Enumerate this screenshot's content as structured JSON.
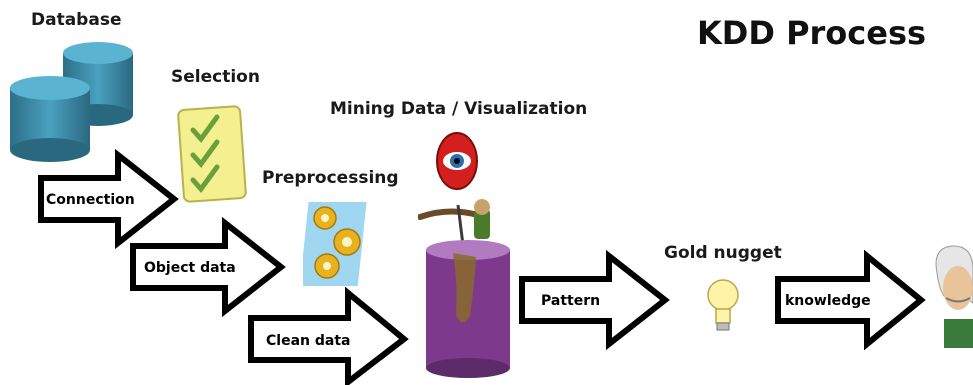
{
  "title": "KDD Process",
  "labels": {
    "database": "Database",
    "selection": "Selection",
    "mining": "Mining Data / Visualization",
    "preprocessing": "Preprocessing",
    "gold_nugget": "Gold nugget"
  },
  "arrows": {
    "connection": "Connection",
    "object_data": "Object data",
    "clean_data": "Clean data",
    "pattern": "Pattern",
    "knowledge": "knowledge"
  },
  "colors": {
    "database": "#3b8aa8",
    "checklist": "#f4ef8f",
    "check": "#6aa03a",
    "gears_bg": "#9fd6f0",
    "gear": "#e8b21e",
    "cylinder": "#7d3a8c",
    "eye": "#d41f1f",
    "bulb": "#fff3a8"
  }
}
